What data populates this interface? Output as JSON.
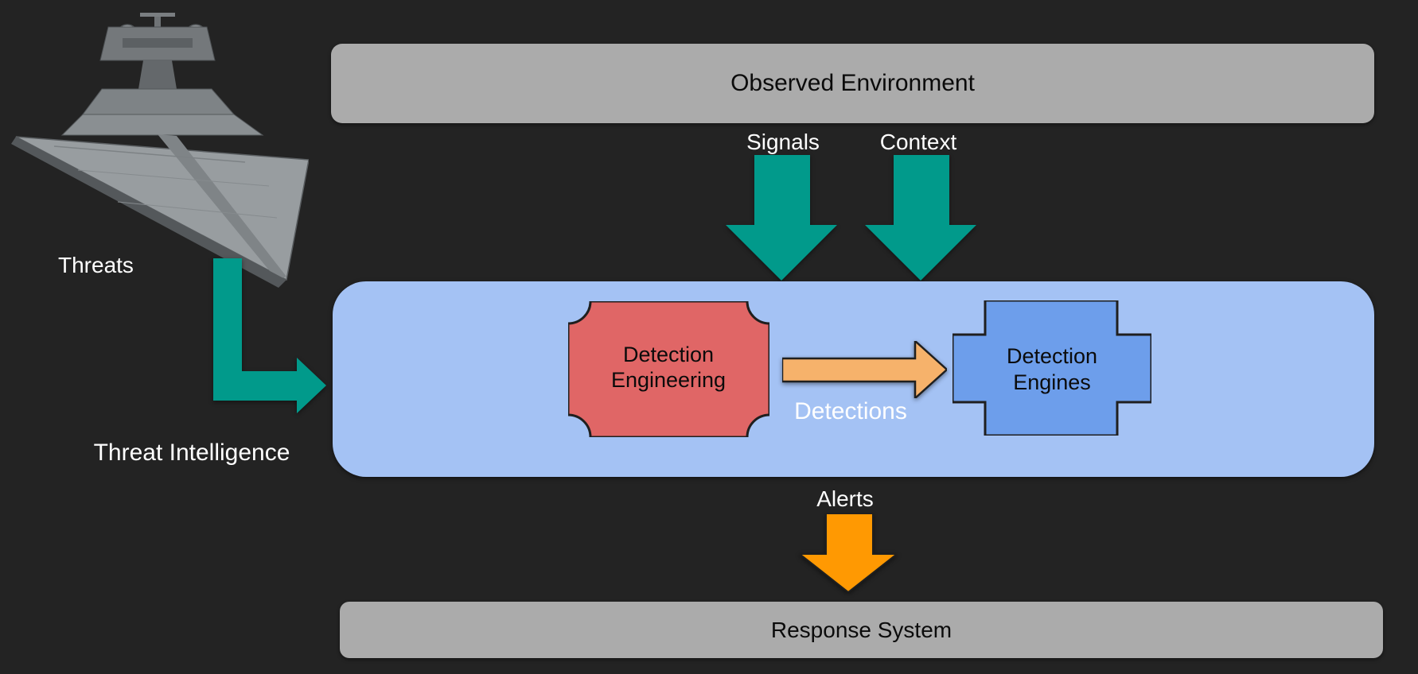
{
  "colors": {
    "background": "#232323",
    "bar_gray": "#ababab",
    "container_blue": "#a4c2f4",
    "shape_red": "#e06666",
    "shape_blue": "#6d9eeb",
    "arrow_teal": "#019a8b",
    "arrow_light_orange": "#f6b26b",
    "arrow_orange": "#ff9902",
    "outline_dark": "#1f1f1f",
    "text_light": "#ffffff",
    "text_dark": "#0b0b0b"
  },
  "diagram": {
    "observed_environment": {
      "label": "Observed Environment"
    },
    "response_system": {
      "label": "Response System"
    },
    "pipeline": {
      "detection_engineering": {
        "line1": "Detection",
        "line2": "Engineering"
      },
      "detection_engines": {
        "line1": "Detection",
        "line2": "Engines"
      }
    },
    "flows": {
      "threats": "Threats",
      "threat_intelligence": "Threat Intelligence",
      "signals": "Signals",
      "context": "Context",
      "detections": "Detections",
      "alerts": "Alerts"
    },
    "illustration": "star-destroyer"
  }
}
